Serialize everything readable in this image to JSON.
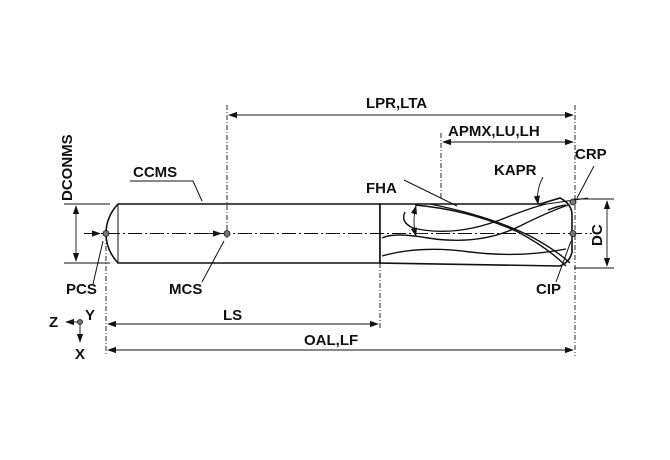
{
  "labels": {
    "lpr_lta": "LPR,LTA",
    "apmx_lu_lh": "APMX,LU,LH",
    "dconms": "DCONMS",
    "ccms": "CCMS",
    "fha": "FHA",
    "kapr": "KAPR",
    "crp": "CRP",
    "dc": "DC",
    "pcs": "PCS",
    "mcs": "MCS",
    "cip": "CIP",
    "ls": "LS",
    "oal_lf": "OAL,LF",
    "axis_z": "Z",
    "axis_y": "Y",
    "axis_x": "X"
  }
}
